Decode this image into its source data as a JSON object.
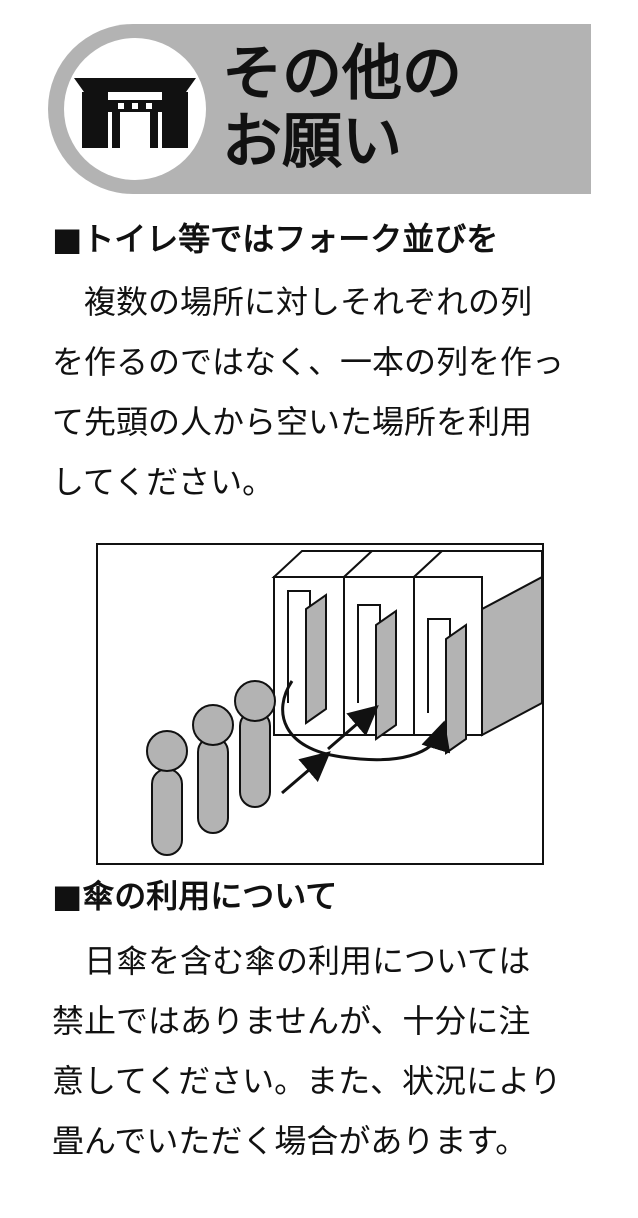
{
  "header": {
    "title_lines": [
      "その他の",
      "お願い"
    ],
    "icon": "castle-gate-icon",
    "band_color": "#b3b3b3"
  },
  "sections": [
    {
      "heading": "■トイレ等ではフォーク並びを",
      "body_lines": [
        "　複数の場所に対しそれぞれの列",
        "を作るのではなく、一本の列を作っ",
        "て先頭の人から空いた場所を利用",
        "してください。"
      ]
    },
    {
      "heading": "■傘の利用について",
      "body_lines": [
        "　日傘を含む傘の利用については",
        "禁止ではありませんが、十分に注",
        "意してください。また、状況により",
        "畳んでいただく場合があります。"
      ]
    }
  ],
  "illustration": {
    "icon": "fork-queue-illustration",
    "fill_color": "#b3b3b3"
  }
}
